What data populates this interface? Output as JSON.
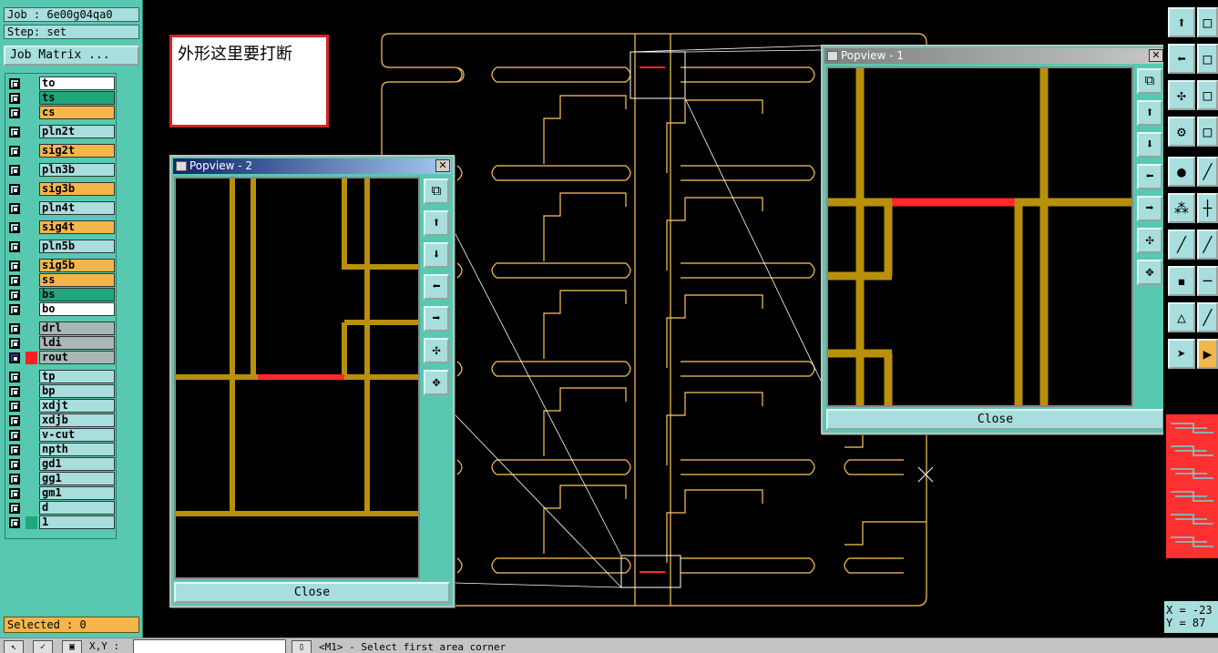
{
  "job": {
    "label": "Job : 6e00g04qa0",
    "step": "Step: set",
    "matrix_button": "Job Matrix ..."
  },
  "layers": [
    {
      "name": "to",
      "color": "white",
      "tag": "none"
    },
    {
      "name": "ts",
      "color": "green",
      "tag": "none"
    },
    {
      "name": "cs",
      "color": "orange",
      "tag": "none"
    },
    {
      "name": "pln2t",
      "color": "teal",
      "tag": "none"
    },
    {
      "name": "sig2t",
      "color": "orange",
      "tag": "none"
    },
    {
      "name": "pln3b",
      "color": "teal",
      "tag": "none"
    },
    {
      "name": "sig3b",
      "color": "orange",
      "tag": "none"
    },
    {
      "name": "pln4t",
      "color": "teal",
      "tag": "none"
    },
    {
      "name": "sig4t",
      "color": "orange",
      "tag": "none"
    },
    {
      "name": "pln5b",
      "color": "teal",
      "tag": "none"
    },
    {
      "name": "sig5b",
      "color": "orange",
      "tag": "none"
    },
    {
      "name": "ss",
      "color": "orange",
      "tag": "none"
    },
    {
      "name": "bs",
      "color": "green",
      "tag": "none"
    },
    {
      "name": "bo",
      "color": "white",
      "tag": "none"
    },
    {
      "name": "drl",
      "color": "gray",
      "tag": "none"
    },
    {
      "name": "ldi",
      "color": "gray",
      "tag": "none"
    },
    {
      "name": "rout",
      "color": "gray",
      "tag": "red",
      "active": true
    },
    {
      "name": "tp",
      "color": "teal",
      "tag": "none"
    },
    {
      "name": "bp",
      "color": "teal",
      "tag": "none"
    },
    {
      "name": "xdjt",
      "color": "teal",
      "tag": "none"
    },
    {
      "name": "xdjb",
      "color": "teal",
      "tag": "none"
    },
    {
      "name": "v-cut",
      "color": "teal",
      "tag": "none"
    },
    {
      "name": "npth",
      "color": "teal",
      "tag": "none"
    },
    {
      "name": "gd1",
      "color": "teal",
      "tag": "none"
    },
    {
      "name": "gg1",
      "color": "teal",
      "tag": "none"
    },
    {
      "name": "gm1",
      "color": "teal",
      "tag": "none"
    },
    {
      "name": "d",
      "color": "teal",
      "tag": "none"
    },
    {
      "name": "1",
      "color": "teal",
      "tag": "green"
    }
  ],
  "selected": "Selected : 0",
  "annotation": "外形这里要打断",
  "popview1": {
    "title": "Popview - 1",
    "close": "Close"
  },
  "popview2": {
    "title": "Popview - 2",
    "close": "Close"
  },
  "bottom": {
    "xy_label": "X,Y :",
    "status": "<M1> - Select first area corner"
  },
  "readout": {
    "x": "X = -23",
    "y": "Y = 87"
  },
  "colors": {
    "board": "#ffc55a",
    "trace": "#b8900c",
    "cut": "#ff2a2a",
    "panel": "#57c9b0"
  }
}
